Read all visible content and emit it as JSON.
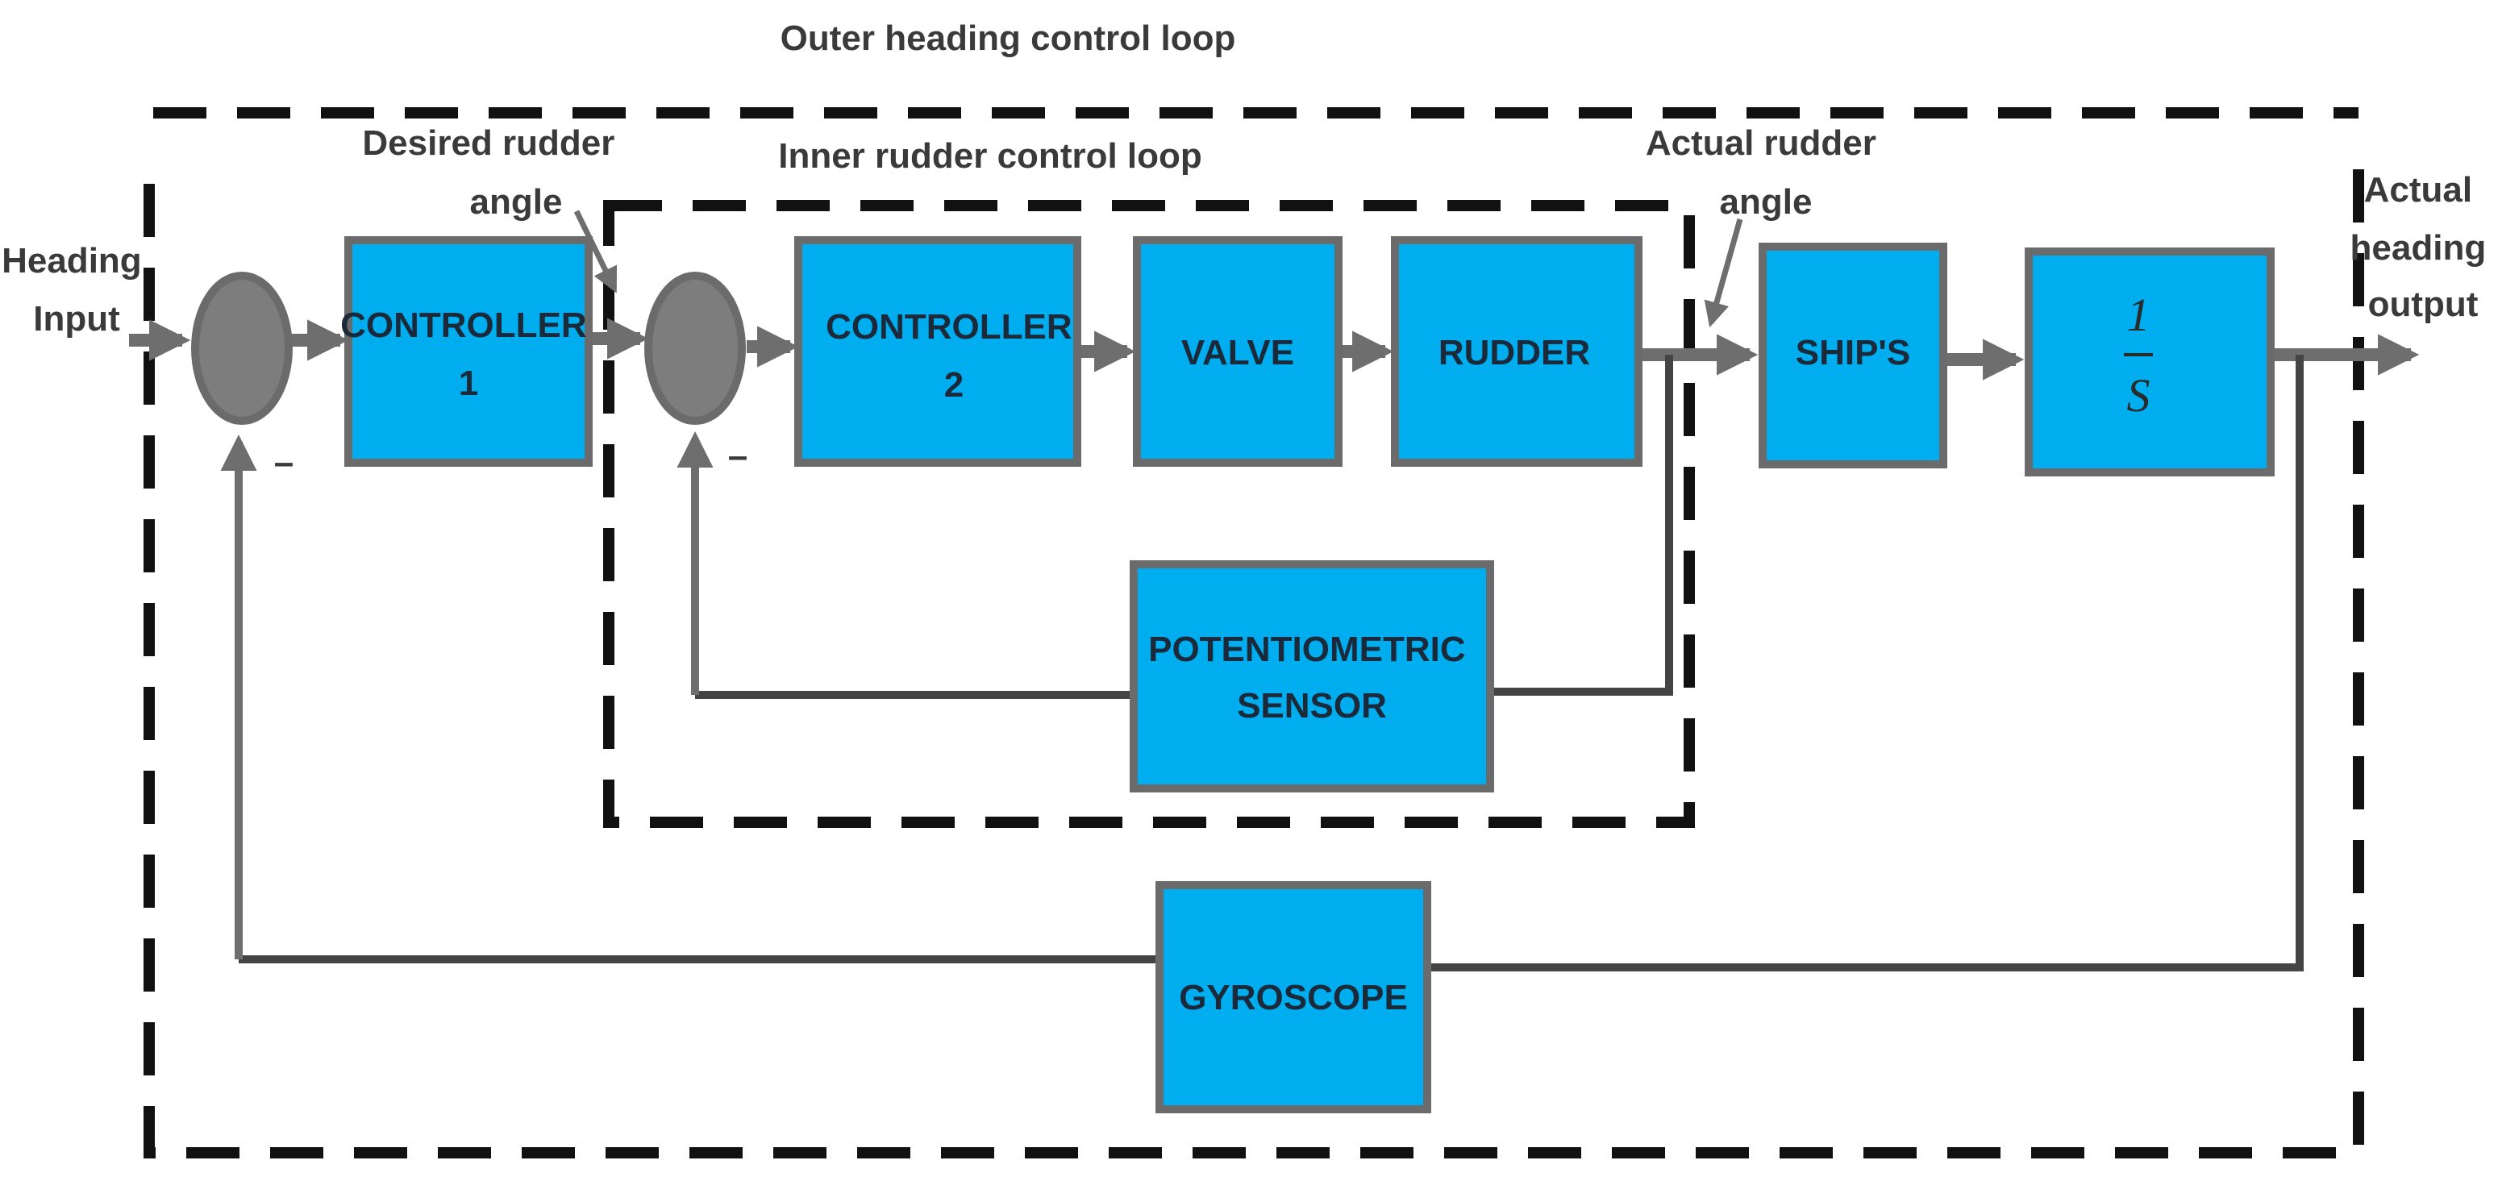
{
  "labels": {
    "outer_loop": "Outer heading control loop",
    "inner_loop": "Inner rudder control loop",
    "heading_input": [
      "Heading",
      "Input"
    ],
    "desired_rudder": [
      "Desired rudder",
      "angle"
    ],
    "actual_rudder": [
      "Actual rudder",
      "angle"
    ],
    "actual_heading": [
      "Actual",
      "heading",
      "output"
    ],
    "minus_1": "–",
    "minus_2": "–"
  },
  "blocks": {
    "controller1": [
      "CONTROLLER",
      "1"
    ],
    "controller2": [
      "CONTROLLER",
      "2"
    ],
    "valve": "VALVE",
    "rudder": "RUDDER",
    "ships": "SHIP'S",
    "integrator": {
      "numerator": "1",
      "denominator": "S"
    },
    "potentiometric_sensor": [
      "POTENTIOMETRIC",
      "SENSOR"
    ],
    "gyroscope": "GYROSCOPE"
  },
  "colors": {
    "block_fill": "#00aeef",
    "block_border": "#6b6b6b",
    "summing_junction": "#7d7d7d",
    "signal_line": "#6e6e6e",
    "feedback_line": "#444444",
    "loop_border": "#111111"
  }
}
